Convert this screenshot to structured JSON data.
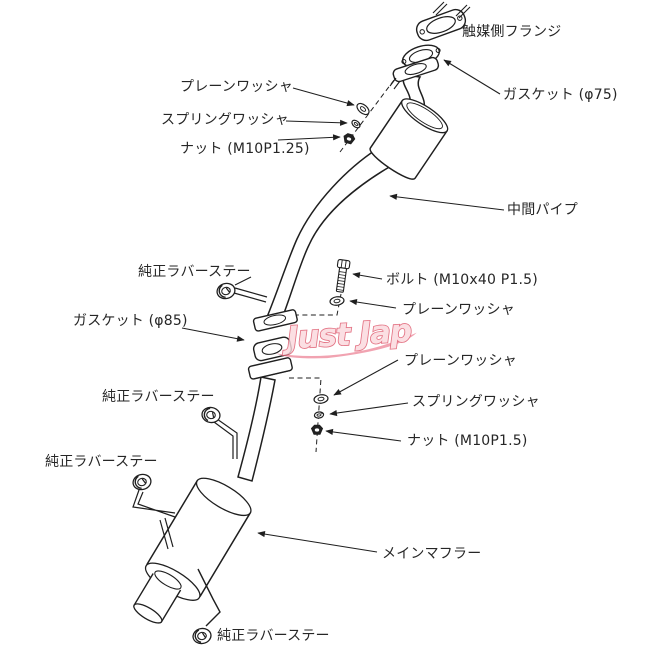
{
  "page": {
    "background": "#ffffff",
    "line_color": "#1f1f1f"
  },
  "watermark": {
    "text": "Just Jap",
    "outline_color": "#dd5469",
    "fill_color": "#fbd9de",
    "swoosh_color": "#ee8fa0"
  },
  "labels": {
    "catalyst_flange": "触媒側フランジ",
    "gasket_75": "ガスケット (φ75)",
    "plain_washer_top": "プレーンワッシャ",
    "spring_washer_top": "スプリングワッシャ",
    "nut_top": "ナット (M10P1.25)",
    "intermediate_pipe": "中間パイプ",
    "rubber_stay_1": "純正ラバーステー",
    "bolt": "ボルト (M10x40 P1.5)",
    "plain_washer_mid": "プレーンワッシャ",
    "gasket_85": "ガスケット (φ85)",
    "plain_washer_right": "プレーンワッシャ",
    "spring_washer_right": "スプリングワッシャ",
    "nut_right": "ナット (M10P1.5)",
    "rubber_stay_2": "純正ラバーステー",
    "rubber_stay_3": "純正ラバーステー",
    "main_muffler": "メインマフラー",
    "rubber_stay_4": "純正ラバーステー"
  }
}
